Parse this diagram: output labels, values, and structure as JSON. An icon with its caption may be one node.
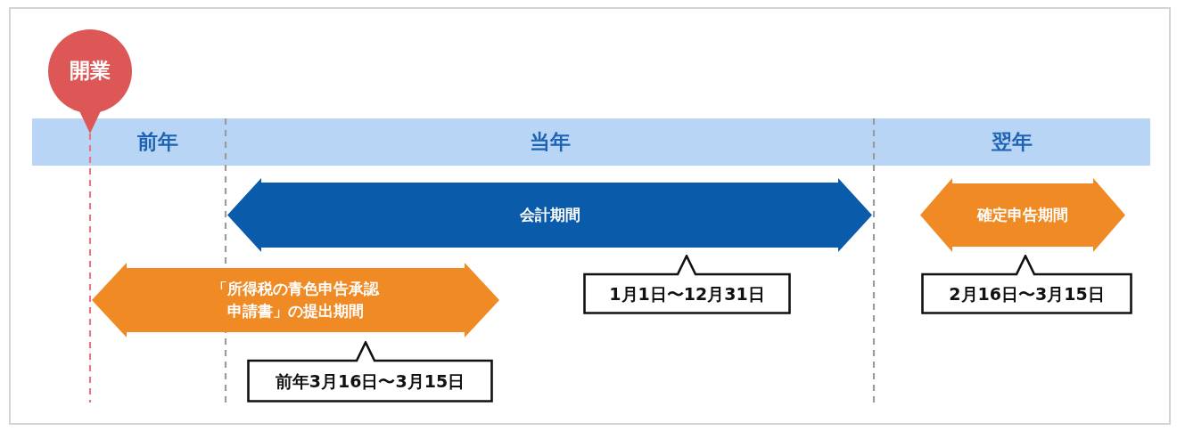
{
  "diagram": {
    "nodes": [
      {
        "text": [
          "開業"
        ]
      },
      {
        "text": [
          "前年"
        ]
      },
      {
        "text": [
          "当年"
        ]
      },
      {
        "text": [
          "翌年"
        ]
      },
      {
        "text": [
          "会計期間"
        ],
        "beside": [
          "1月1日〜12月31日"
        ]
      },
      {
        "text": [
          "確定申告期間"
        ],
        "beside": [
          "2月16日〜3月15日"
        ]
      },
      {
        "text": [
          "「所得税の青色申告承認申請書」の提出期間"
        ],
        "beside": [
          "前年3月16日〜3月15日"
        ]
      }
    ]
  }
}
